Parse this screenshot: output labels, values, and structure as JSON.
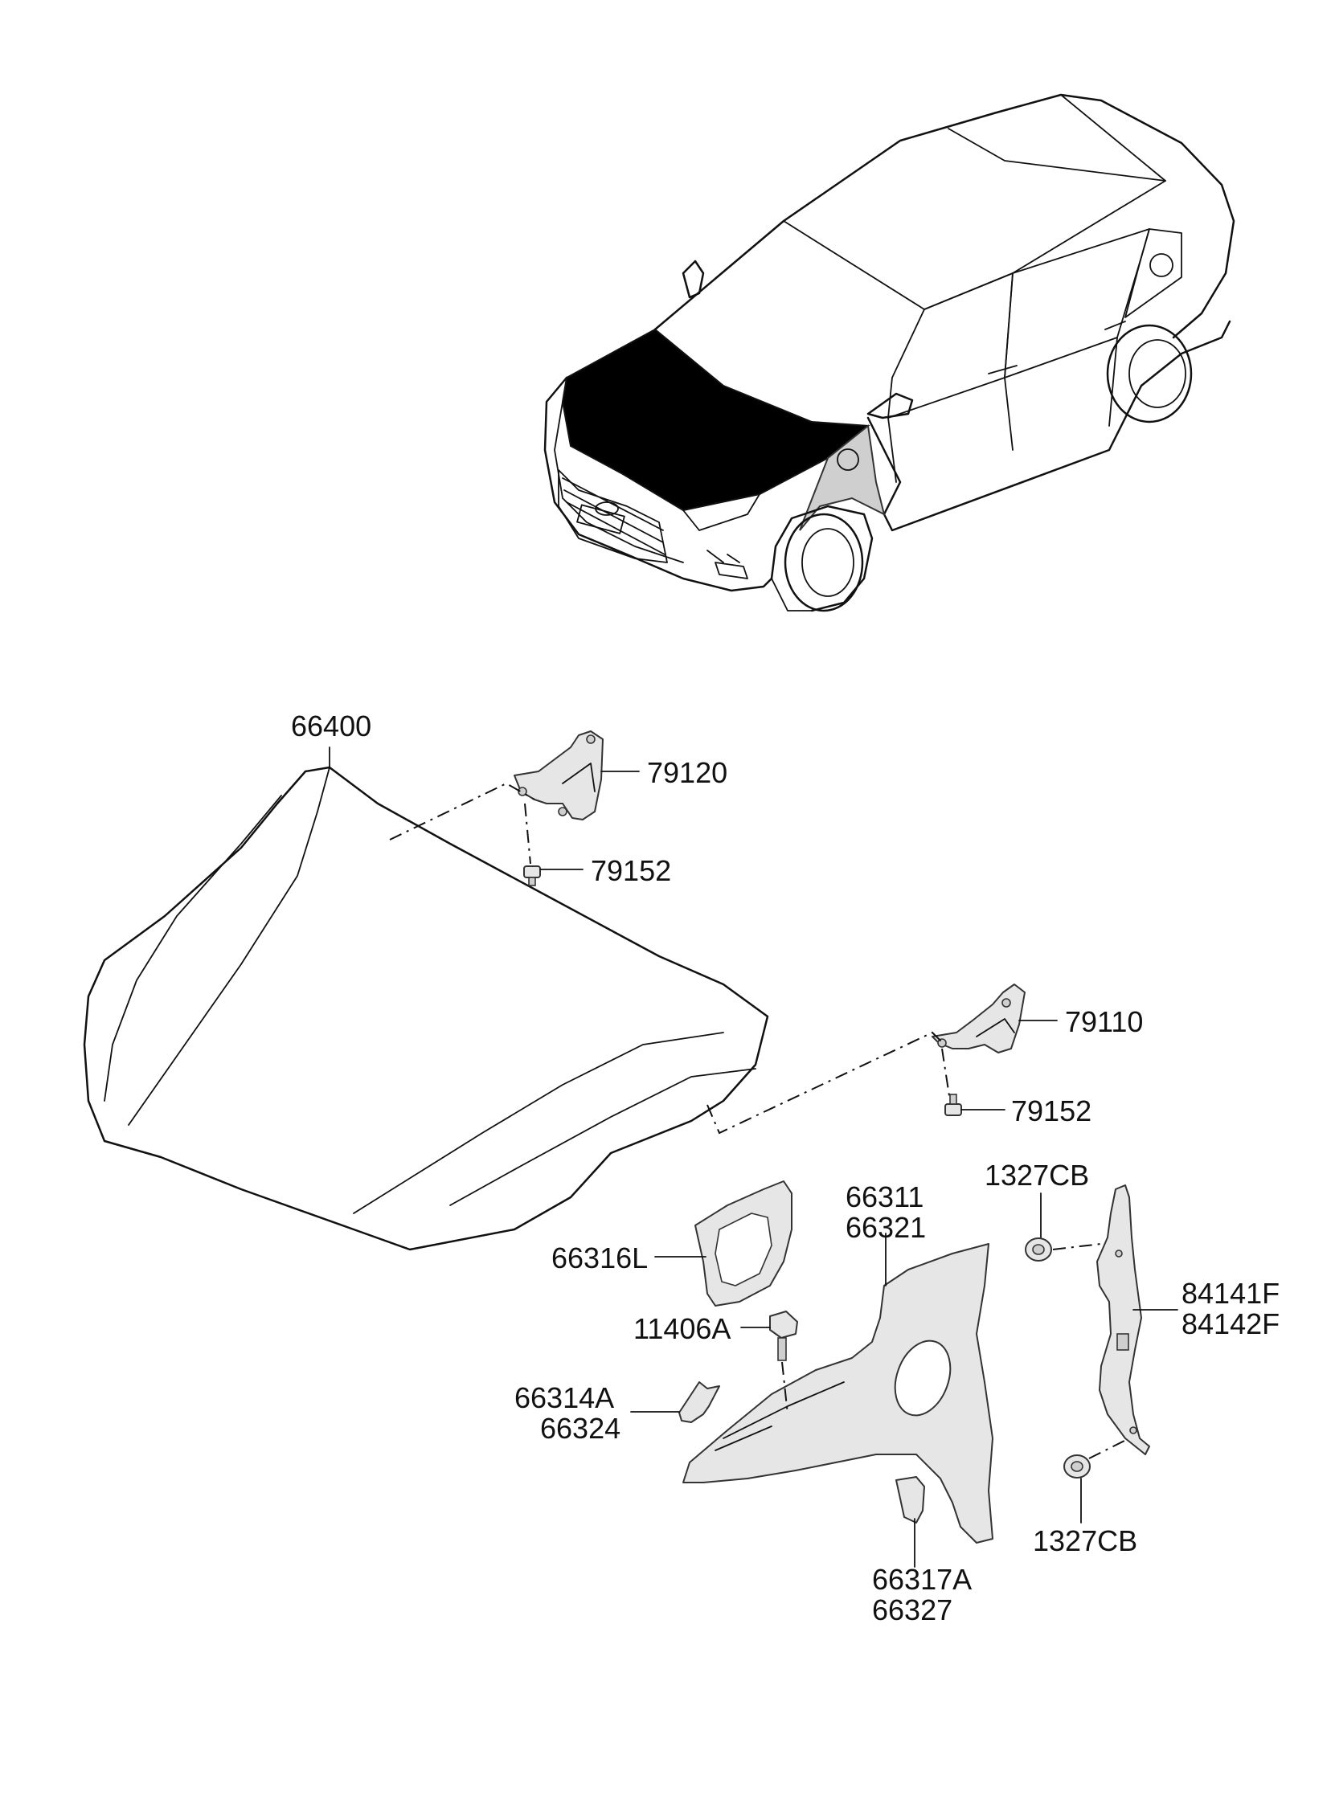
{
  "callouts": {
    "hood": [
      "66400"
    ],
    "hinge_upper": [
      "79120"
    ],
    "bolt_upper": [
      "79152"
    ],
    "hinge_lower": [
      "79110"
    ],
    "bolt_lower": [
      "79152"
    ],
    "fender": [
      "66311",
      "66321"
    ],
    "fender_insulator": [
      "66316L"
    ],
    "fender_bolt": [
      "11406A"
    ],
    "fender_bracket_front": [
      "66314A",
      "66324"
    ],
    "fender_bracket_rear": [
      "66317A",
      "66327"
    ],
    "clip_upper": [
      "1327CB"
    ],
    "clip_lower": [
      "1327CB"
    ],
    "side_bracket": [
      "84141F",
      "84142F"
    ]
  },
  "colors": {
    "line": "#111111",
    "part_fill": "#e6e6e6",
    "highlight": "#000000"
  }
}
